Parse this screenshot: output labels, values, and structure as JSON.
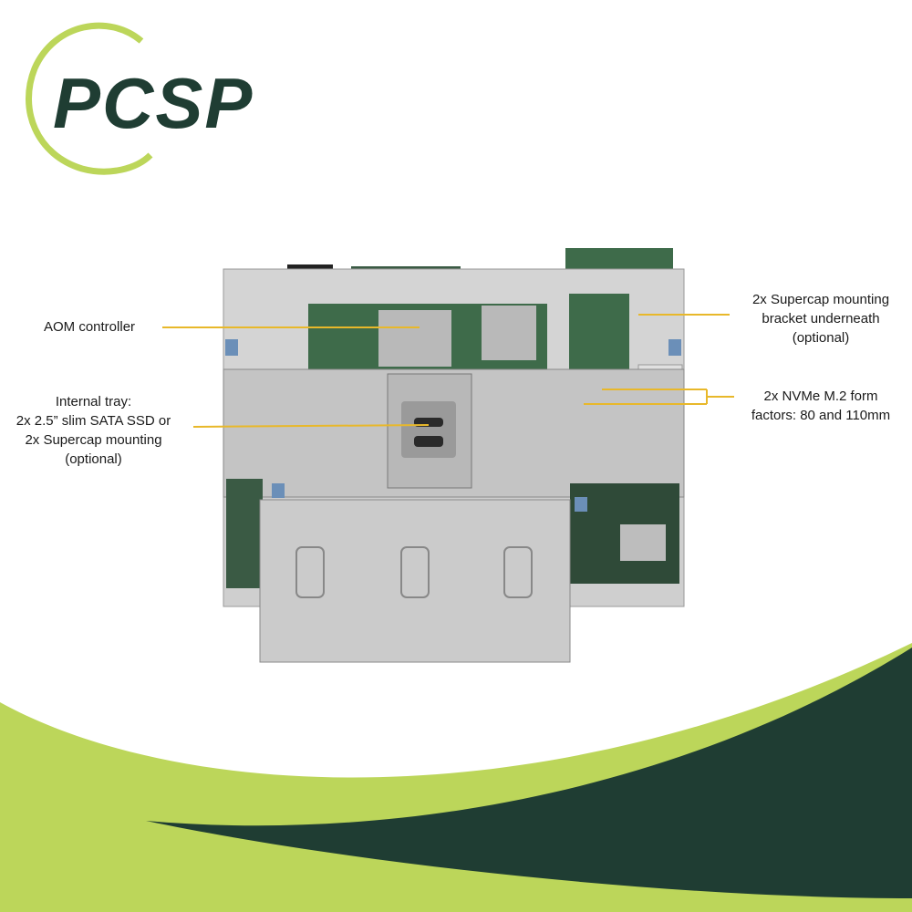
{
  "brand": {
    "logo_text": "PCSP",
    "colors": {
      "dark_green": "#1f3d33",
      "lime": "#bcd65a",
      "steel": "#c9c9c9",
      "pcb": "#3e6b4a",
      "callout": "#e8b82a"
    }
  },
  "product_image": {
    "icon": "server-chassis-icon"
  },
  "callouts": {
    "aom": {
      "lines": [
        "AOM controller"
      ]
    },
    "tray": {
      "lines": [
        "Internal tray:",
        "2x 2.5” slim SATA SSD or",
        "2x Supercap mounting",
        "(optional)"
      ]
    },
    "supercap": {
      "lines": [
        "2x Supercap mounting",
        "bracket underneath",
        "(optional)"
      ]
    },
    "nvme": {
      "lines": [
        "2x NVMe M.2 form",
        "factors: 80 and 110mm"
      ]
    }
  }
}
